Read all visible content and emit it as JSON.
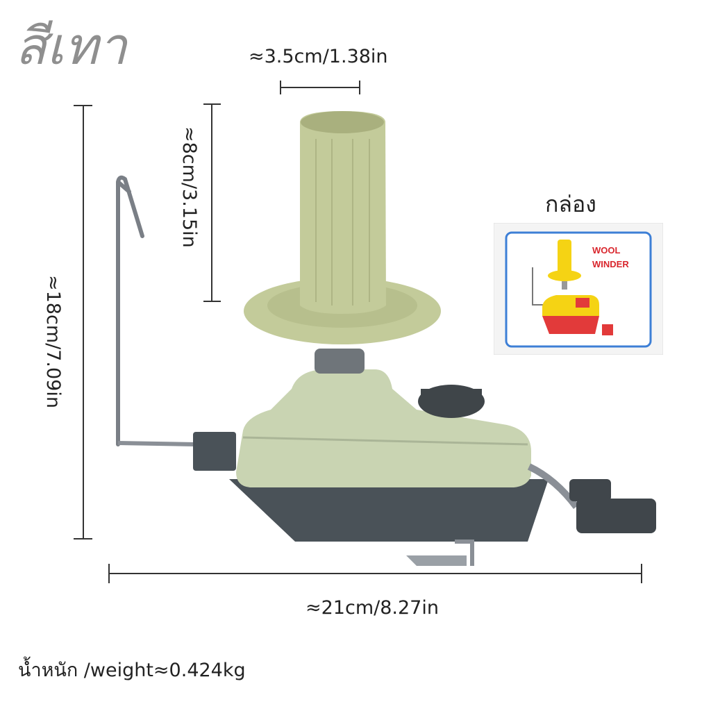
{
  "title": "สีเทา",
  "dimensions": {
    "width_top": "≈3.5cm/1.38in",
    "spindle_height": "≈8cm/3.15in",
    "total_height": "≈18cm/7.09in",
    "total_width": "≈21cm/8.27in"
  },
  "box": {
    "label": "กล่อง",
    "print_line1": "WOOL",
    "print_line2": "WINDER"
  },
  "weight": "น้ำหนัก /weight≈0.424kg",
  "colors": {
    "body_green": "#c9d4b2",
    "spindle_green": "#c3cb9a",
    "base_gray": "#4a5258",
    "title_gray": "#8f8f8f",
    "box_border_blue": "#3d7fd6"
  }
}
